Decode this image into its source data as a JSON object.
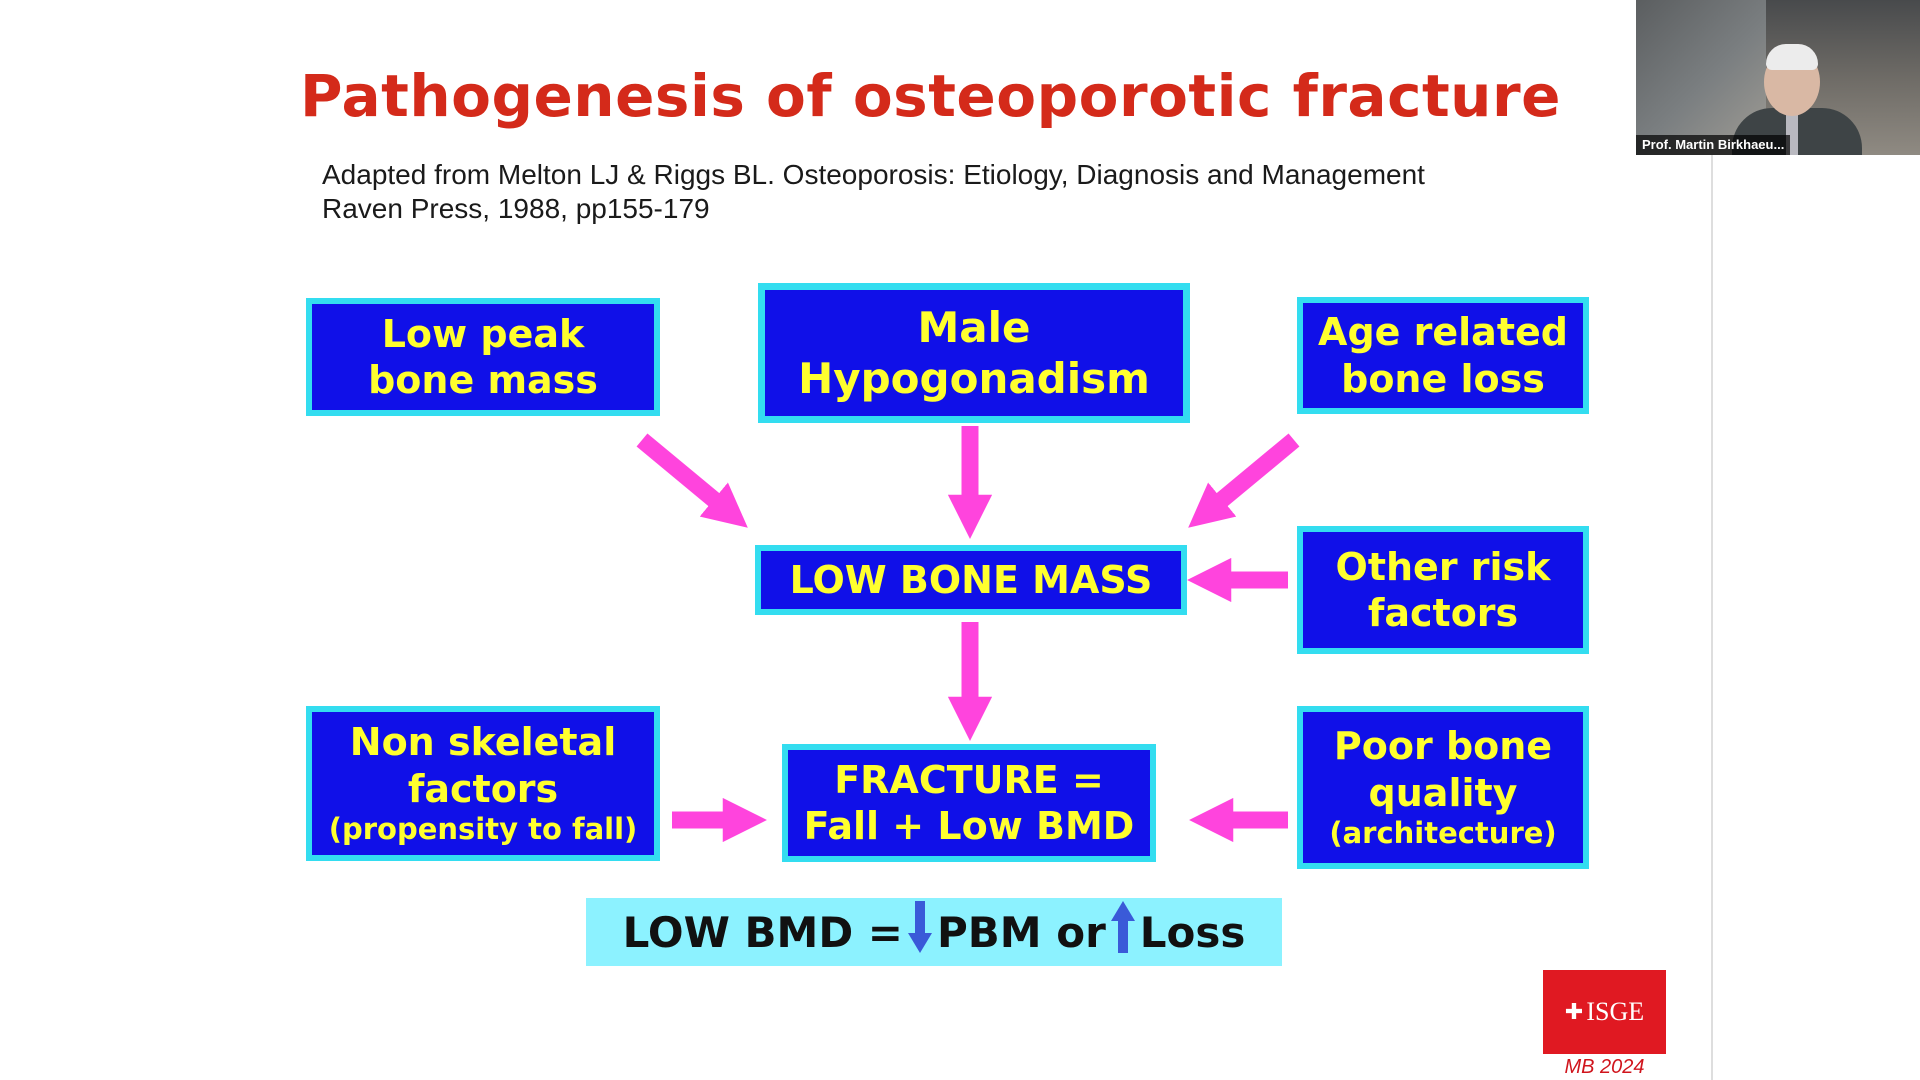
{
  "slide": {
    "title": "Pathogenesis of osteoporotic fracture",
    "citation_line1": "Adapted from Melton LJ & Riggs BL. Osteoporosis: Etiology, Diagnosis and Management",
    "citation_line2": "Raven Press, 1988, pp155-179"
  },
  "diagram": {
    "low_peak": [
      "Low peak",
      "bone mass"
    ],
    "male_hypogonadism": [
      "Male",
      "Hypogonadism"
    ],
    "age_related": [
      "Age related",
      "bone loss"
    ],
    "low_bone_mass": "LOW BONE MASS",
    "other_risk": [
      "Other risk",
      "factors"
    ],
    "non_skeletal": [
      "Non skeletal",
      "factors",
      "(propensity to fall)"
    ],
    "fracture": [
      "FRACTURE =",
      "Fall + Low BMD"
    ],
    "poor_bone": [
      "Poor bone",
      "quality",
      "(architecture)"
    ],
    "formula": {
      "part1": "LOW BMD =",
      "part2": "PBM or",
      "part3": "Loss",
      "arrow_down_icon": "arrow-down-icon",
      "arrow_up_icon": "arrow-up-icon"
    }
  },
  "webcam": {
    "name": "Prof. Martin Birkhaeu..."
  },
  "branding": {
    "logo_text": "ISGE",
    "logo_icon": "cross-icon",
    "footer": "MB 2024"
  },
  "colors": {
    "title": "#d42a1a",
    "box_fill": "#1010e8",
    "box_border": "#33ddf0",
    "box_text": "#ffff2e",
    "arrow": "#ff44dd",
    "formula_bg": "#8cf2ff",
    "logo_bg": "#e01922"
  }
}
